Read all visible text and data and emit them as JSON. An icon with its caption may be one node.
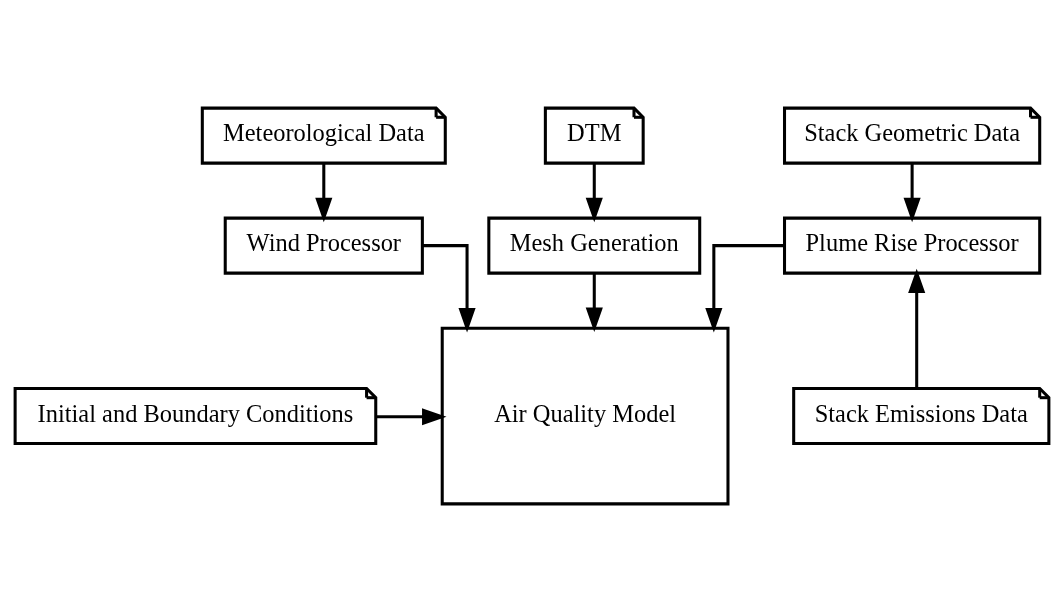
{
  "diagram": {
    "nodes": [
      {
        "text": [
          "Meteorological Data"
        ]
      },
      {
        "text": [
          "DTM"
        ]
      },
      {
        "text": [
          "Stack Geometric Data"
        ]
      },
      {
        "text": [
          "Mesh Generation"
        ]
      },
      {
        "text": [
          "Wind Processor"
        ]
      },
      {
        "text": [
          "Plume Rise Processor"
        ]
      },
      {
        "text": [
          "Initial and Boundary Conditions"
        ]
      },
      {
        "text": [
          "Air Quality Model"
        ]
      },
      {
        "text": [
          "Stack Emissions Data"
        ]
      }
    ],
    "edges": [
      {
        "from": 0,
        "to": 4,
        "arrow": "to"
      },
      {
        "from": 1,
        "to": 3,
        "arrow": "to"
      },
      {
        "from": 2,
        "to": 5,
        "arrow": "to"
      },
      {
        "from": 4,
        "to": 7,
        "arrow": "to"
      },
      {
        "from": 3,
        "to": 7,
        "arrow": "to"
      },
      {
        "from": 5,
        "to": 7,
        "arrow": "to"
      },
      {
        "from": 6,
        "to": 7,
        "arrow": "to"
      },
      {
        "from": 8,
        "to": 5,
        "arrow": "to"
      }
    ]
  }
}
